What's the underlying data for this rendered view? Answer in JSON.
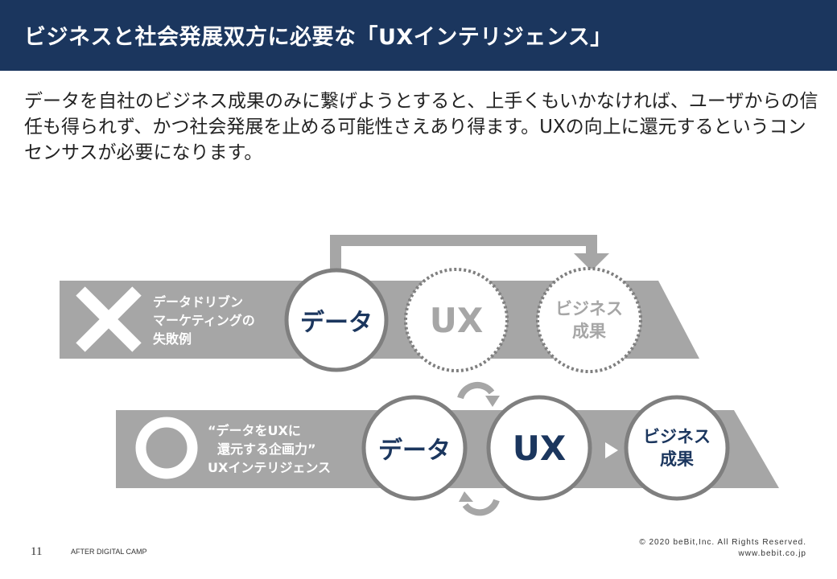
{
  "header": {
    "title": "ビジネスと社会発展双方に必要な「UXインテリジェンス」"
  },
  "body_text": "データを自社のビジネス成果のみに繋げようとすると、上手くもいかなければ、ユーザからの信任も得られず、かつ社会発展を止める可能性さえあり得ます。UXの向上に還元するというコンセンサスが必要になります。",
  "diagram": {
    "bad": {
      "label": [
        "データドリブン",
        "マーケティングの",
        "失敗例"
      ],
      "circles": [
        "データ",
        "UX",
        "ビジネス\n成果"
      ]
    },
    "good": {
      "label": [
        "“データをUXに",
        "還元する企画力”",
        "UXインテリジェンス"
      ],
      "circles": [
        "データ",
        "UX",
        "ビジネス\n成果"
      ]
    },
    "colors": {
      "navy": "#1b365e",
      "band": "#a6a6a6",
      "stroke": "#7f7f7f"
    }
  },
  "footer": {
    "page": "11",
    "event": "AFTER DIGITAL CAMP",
    "copyright": "© 2020 beBit,Inc. All Rights Reserved.",
    "url": "www.bebit.co.jp"
  }
}
